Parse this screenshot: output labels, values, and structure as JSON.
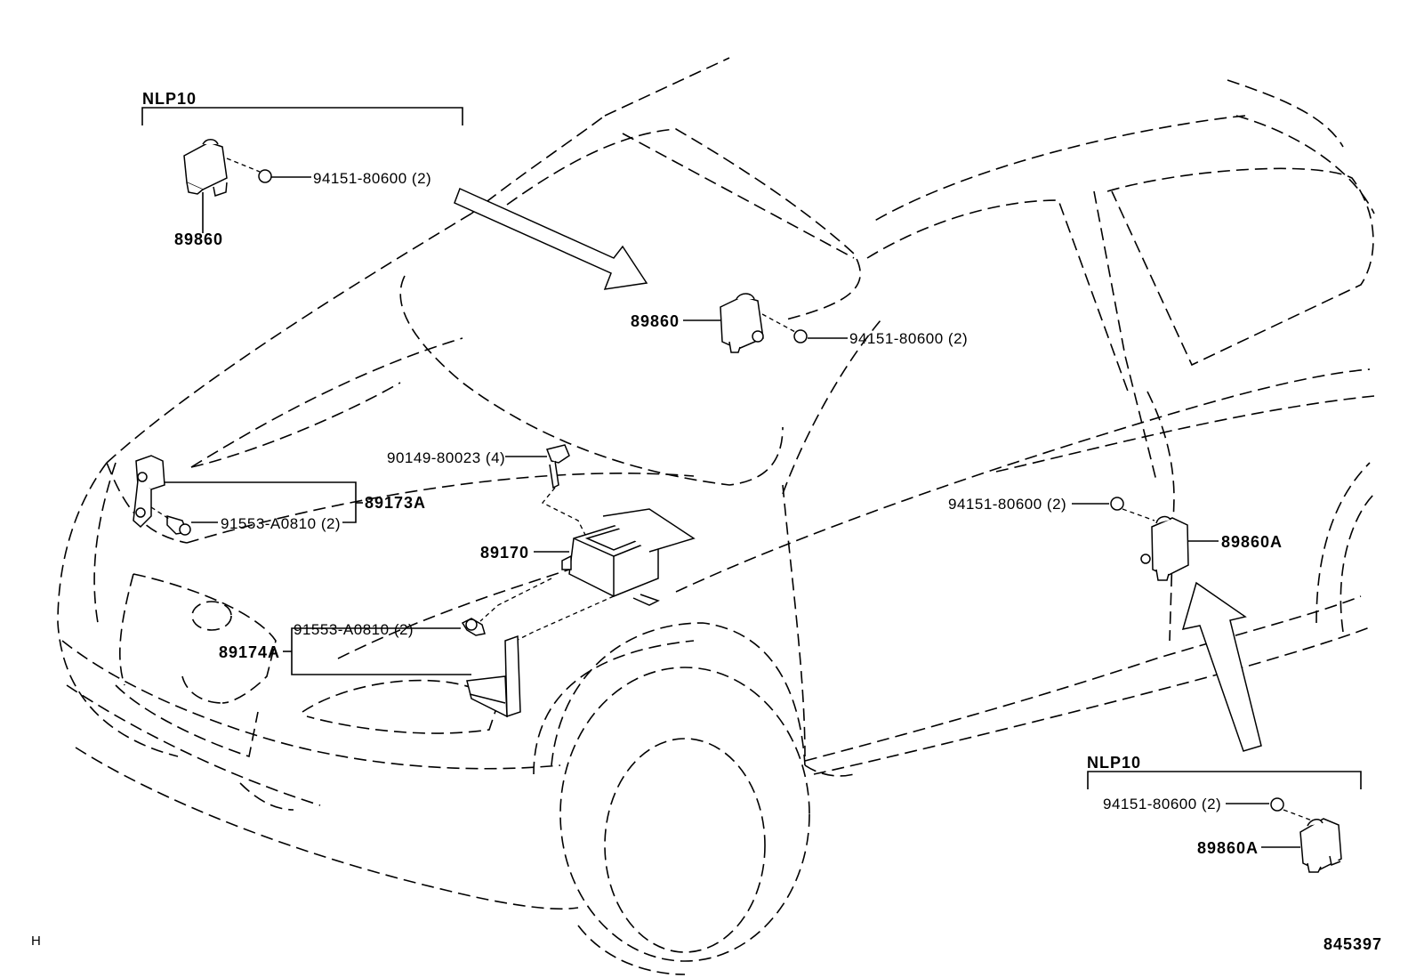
{
  "labels": {
    "nlp10_top": "NLP10",
    "nlp10_bottom": "NLP10",
    "p89860_top": "89860",
    "p94151_top": "94151-80600 (2)",
    "p89860_mid": "89860",
    "p94151_mid": "94151-80600 (2)",
    "p90149": "90149-80023 (4)",
    "p89173A": "89173A",
    "p91553_a": "91553-A0810 (2)",
    "p89170": "89170",
    "p91553_b": "91553-A0810 (2)",
    "p89174A": "89174A",
    "p94151_right": "94151-80600 (2)",
    "p89860A_right": "89860A",
    "p94151_bottom": "94151-80600 (2)",
    "p89860A_bottom": "89860A",
    "corner_h": "H",
    "figure_number": "845397"
  }
}
